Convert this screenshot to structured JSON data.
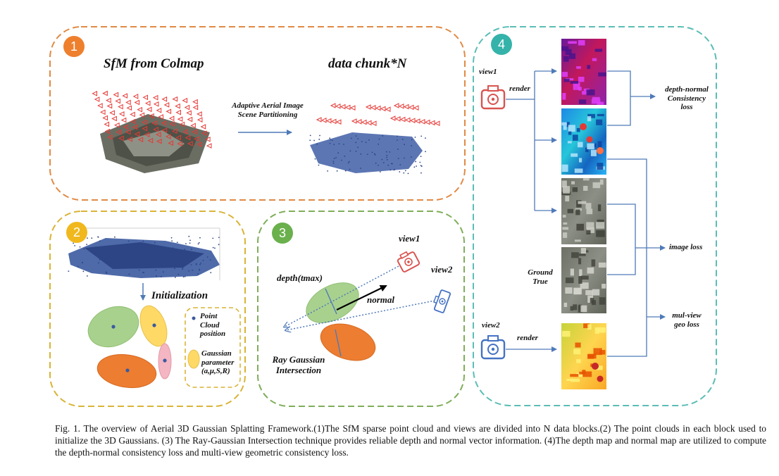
{
  "panel1": {
    "badge": "1",
    "sfm_title": "SfM from Colmap",
    "chunk_title": "data chunk*N",
    "partition_label_line1": "Adaptive Aerial Image",
    "partition_label_line2": "Scene Partitioning"
  },
  "panel2": {
    "badge": "2",
    "init_label": "Initialization",
    "legend_point_line1": "Point",
    "legend_point_line2": "Cloud",
    "legend_point_line3": "position",
    "legend_gauss_line1": "Gaussian",
    "legend_gauss_line2": "parameter",
    "legend_gauss_line3": "(a,μ,S,R)"
  },
  "panel3": {
    "badge": "3",
    "view1": "view1",
    "view2": "view2",
    "depth": "depth(tmax)",
    "normal": "normal",
    "ray_line1": "Ray Gaussian",
    "ray_line2": "Intersection"
  },
  "panel4": {
    "badge": "4",
    "view1": "view1",
    "view2": "view2",
    "render1": "render",
    "render2": "render",
    "dn_line1": "depth-normal",
    "dn_line2": "Consistency",
    "dn_line3": "loss",
    "image_loss": "image loss",
    "mv_line1": "mul-view",
    "mv_line2": "geo loss",
    "gt_line1": "Ground",
    "gt_line2": "True"
  },
  "colors": {
    "panel1_border": "#e08a45",
    "panel2_border": "#d9b437",
    "panel3_border": "#7fae5a",
    "panel4_border": "#5bbdb6",
    "badge1": "#ee7f2d",
    "badge2": "#f0b81c",
    "badge3": "#6ab04c",
    "badge4": "#35b3aa",
    "arrow": "#4f7ab8",
    "gauss_green": "#a9d18e",
    "gauss_orange": "#ed7d31",
    "gauss_yellow": "#ffd966",
    "gauss_pink": "#f4b6c2",
    "points": "#3b5aa0",
    "camera_red": "#d9534f",
    "camera_blue": "#4472c4"
  },
  "caption": "Fig. 1.  The overview of Aerial 3D Gaussian Splatting Framework.(1)The SfM sparse point cloud and views are divided into N data blocks.(2) The point clouds in each block used to initialize the 3D Gaussians. (3) The Ray-Gaussian Intersection technique provides reliable depth and normal vector information. (4)The depth map and normal map are utilized to compute the depth-normal consistency loss and multi-view geometric consistency loss."
}
